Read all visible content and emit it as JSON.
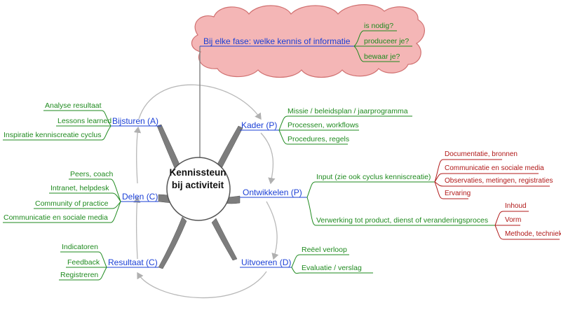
{
  "center": {
    "line1": "Kennissteun",
    "line2": "bij activiteit"
  },
  "cloud": {
    "title": "Bij elke fase: welke kennis of informatie",
    "items": [
      "is nodig?",
      "produceer je?",
      "bewaar je?"
    ]
  },
  "left": {
    "bijsturen": {
      "label": "Bijsturen (A)",
      "items": [
        "Analyse resultaat",
        "Lessons learned",
        "Inspiratie kenniscreatie cyclus"
      ]
    },
    "delen": {
      "label": "Delen (C)",
      "items": [
        "Peers, coach",
        "Intranet, helpdesk",
        "Community of practice",
        "Communicatie en sociale media"
      ]
    },
    "resultaat": {
      "label": "Resultaat (C)",
      "items": [
        "Indicatoren",
        "Feedback",
        "Registreren"
      ]
    }
  },
  "right": {
    "kader": {
      "label": "Kader (P)",
      "items": [
        "Missie / beleidsplan / jaarprogramma",
        "Processen, workflows",
        "Procedures, regels"
      ]
    },
    "ontwikkelen": {
      "label": "Ontwikkelen (P)",
      "input": {
        "label": "Input (zie ook cyclus kenniscreatie)",
        "items": [
          "Documentatie, bronnen",
          "Communicatie en sociale media",
          "Observaties, metingen, registraties",
          "Ervaring"
        ]
      },
      "verwerking": {
        "label": "Verwerking tot product, dienst of veranderingsproces",
        "items": [
          "Inhoud",
          "Vorm",
          "Methode, techniek"
        ]
      }
    },
    "uitvoeren": {
      "label": "Uitvoeren (D)",
      "items": [
        "Reëel verloop",
        "Evaluatie / verslag"
      ]
    }
  },
  "colors": {
    "topic": "#1a3fd6",
    "subtopic": "#1e8a1e",
    "detail": "#b01818",
    "cloud_fill": "#f4b6b6",
    "cloud_stroke": "#d07070",
    "spoke": "#777777"
  }
}
